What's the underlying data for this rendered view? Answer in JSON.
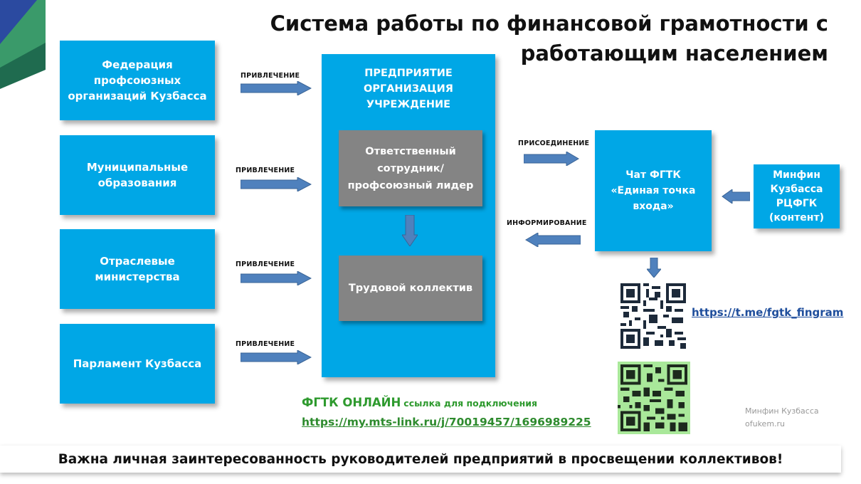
{
  "title": "Система работы по финансовой грамотности с работающим населением",
  "left_boxes": [
    "Федерация профсоюзных организаций Кузбасса",
    "Муниципальные образования",
    "Отраслевые министерства",
    "Парламент Кузбасса"
  ],
  "left_arrow_label": "ПРИВЛЕЧЕНИЕ",
  "center": {
    "title": "ПРЕДПРИЯТИЕ ОРГАНИЗАЦИЯ УЧРЕЖДЕНИЕ",
    "responsible": "Ответственный сотрудник/ профсоюзный лидер",
    "collective": "Трудовой коллектив"
  },
  "arrow_join": "ПРИСОЕДИНЕНИЕ",
  "arrow_inform": "ИНФОРМИРОВАНИЕ",
  "chat": "Чат ФГТК «Единая точка входа»",
  "minfin": "Минфин Кузбасса РЦФГК (контент)",
  "telegram_url": "https://t.me/fgtk_fingram",
  "online": {
    "heading": "ФГТК ОНЛАЙН",
    "subheading": "ссылка для подключения",
    "url": "https://my.mts-link.ru/j/70019457/1696989225"
  },
  "credit": {
    "line1": "Минфин Кузбасса",
    "line2": "ofukem.ru"
  },
  "footer": "Важна личная заинтересованность руководителей предприятий в просвещении коллективов!",
  "colors": {
    "box_blue": "#00a7e6",
    "box_gray": "#848484",
    "arrow_blue": "#4f81bd",
    "link_blue": "#1f4e9c",
    "online_green": "#2e9a2e",
    "qr_green": "#a9e89a"
  }
}
